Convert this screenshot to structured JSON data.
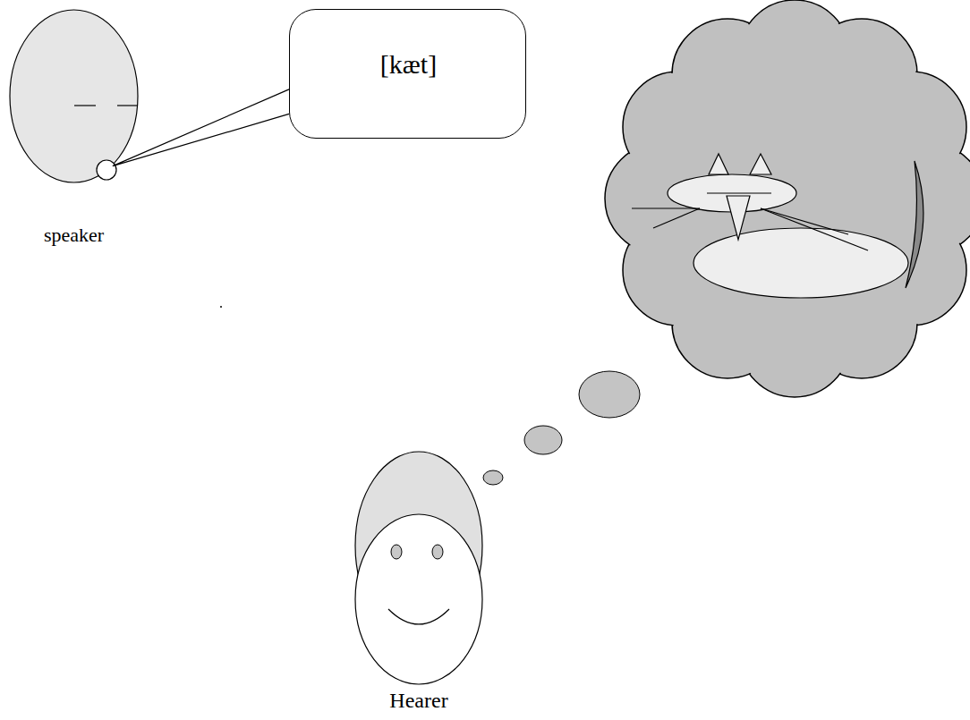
{
  "diagram": {
    "nodes": [
      {
        "text": [
          "speaker"
        ]
      },
      {
        "text": [
          "[kæt]"
        ]
      },
      {
        "text": [
          "Hearer"
        ]
      }
    ],
    "edges": [
      {
        "from": 0,
        "to": 1,
        "arrow": "none"
      }
    ]
  }
}
